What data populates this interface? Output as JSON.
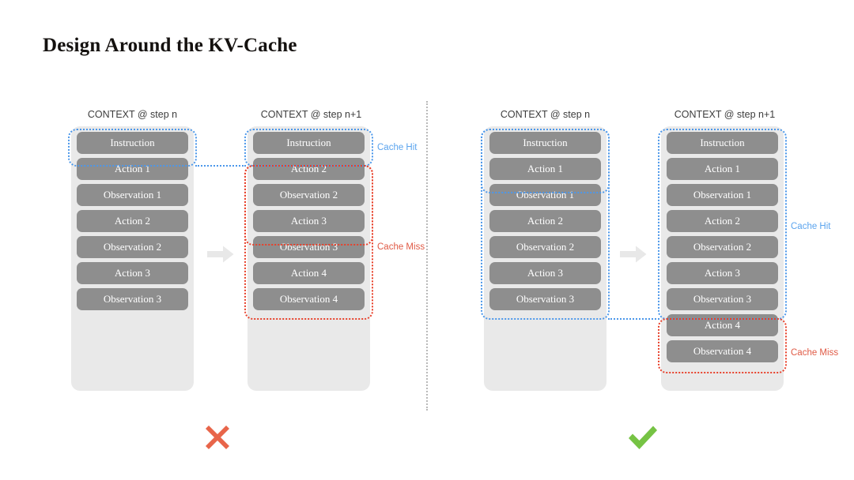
{
  "title": "Design Around the KV-Cache",
  "labels": {
    "context_step_n": "CONTEXT @ step n",
    "context_step_n1": "CONTEXT @ step n+1",
    "cache_hit": "Cache Hit",
    "cache_miss": "Cache Miss"
  },
  "colors": {
    "cache_hit": "#4b97ea",
    "cache_miss": "#e8402a",
    "cache_hit_text": "#5ba4ee",
    "cache_miss_text": "#e05a45",
    "block": "#8e8e8e",
    "card": "#e9e9e9",
    "cross": "#e8654a",
    "check": "#76c344",
    "divider": "#b9b9b9",
    "arrow": "#e8e8e8",
    "title": "#14110f"
  },
  "panels": [
    {
      "id": "bad-example",
      "verdict": "cross",
      "verdict_symbol": "✘",
      "columns": [
        {
          "id": "left-step-n",
          "header": "CONTEXT @ step n",
          "blocks": [
            "Instruction",
            "Action 1",
            "Observation 1",
            "Action 2",
            "Observation 2",
            "Action 3",
            "Observation 3"
          ]
        },
        {
          "id": "left-step-n1",
          "header": "CONTEXT @ step n+1",
          "blocks": [
            "Instruction",
            "Action 2",
            "Observation 2",
            "Action 3",
            "Observation 3",
            "Action 4",
            "Observation 4"
          ]
        }
      ],
      "annotations": [
        {
          "kind": "cache_hit",
          "label": "Cache Hit",
          "covers": "Instruction row in both columns"
        },
        {
          "kind": "cache_miss",
          "label": "Cache Miss",
          "covers": "Action 2 through Observation 4 in step n+1"
        }
      ]
    },
    {
      "id": "good-example",
      "verdict": "check",
      "verdict_symbol": "✔",
      "columns": [
        {
          "id": "right-step-n",
          "header": "CONTEXT @ step n",
          "blocks": [
            "Instruction",
            "Action 1",
            "Observation 1",
            "Action 2",
            "Observation 2",
            "Action 3",
            "Observation 3"
          ]
        },
        {
          "id": "right-step-n1",
          "header": "CONTEXT @ step n+1",
          "blocks": [
            "Instruction",
            "Action 1",
            "Observation 1",
            "Action 2",
            "Observation 2",
            "Action 3",
            "Observation 3",
            "Action 4",
            "Observation 4"
          ]
        }
      ],
      "annotations": [
        {
          "kind": "cache_hit",
          "label": "Cache Hit",
          "covers": "Instruction through Observation 3 in both columns"
        },
        {
          "kind": "cache_miss",
          "label": "Cache Miss",
          "covers": "Action 4 and Observation 4 in step n+1"
        }
      ]
    }
  ]
}
